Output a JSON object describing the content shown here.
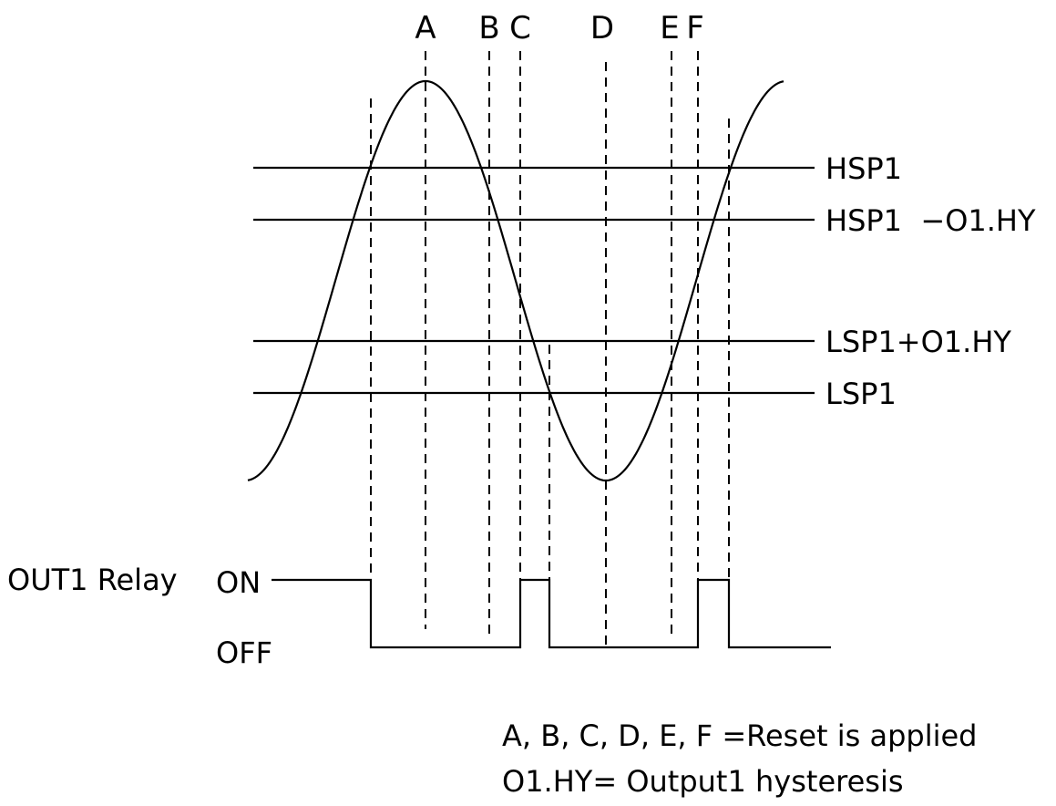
{
  "markers": [
    {
      "id": "A",
      "label": "A"
    },
    {
      "id": "B",
      "label": "B"
    },
    {
      "id": "C",
      "label": "C"
    },
    {
      "id": "D",
      "label": "D"
    },
    {
      "id": "E",
      "label": "E"
    },
    {
      "id": "F",
      "label": "F"
    }
  ],
  "levels": {
    "hsp1": "HSP1",
    "hsp1_minus_hy": "HSP1  −O1.HY",
    "lsp1_plus_hy": "LSP1+O1.HY",
    "lsp1": "LSP1"
  },
  "relay": {
    "name": "OUT1 Relay",
    "on": "ON",
    "off": "OFF"
  },
  "legend": {
    "line1": "A, B, C, D, E, F =Reset is applied",
    "line2": "O1.HY= Output1 hysteresis"
  },
  "colors": {
    "ink": "#000000",
    "background": "#ffffff"
  }
}
